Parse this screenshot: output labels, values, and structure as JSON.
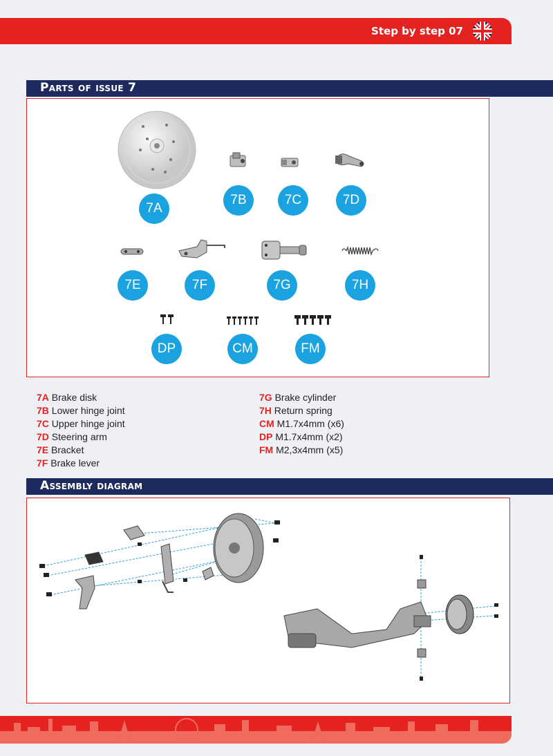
{
  "header": {
    "title": "Step by step 07",
    "flag_icon": "uk-flag-icon",
    "accent": "#e42320"
  },
  "sections": {
    "parts": "Parts of issue 7",
    "assembly": "Assembly diagram"
  },
  "badges": {
    "7A": "7A",
    "7B": "7B",
    "7C": "7C",
    "7D": "7D",
    "7E": "7E",
    "7F": "7F",
    "7G": "7G",
    "7H": "7H",
    "DP": "DP",
    "CM": "CM",
    "FM": "FM"
  },
  "parts_left": [
    {
      "code": "7A",
      "name": "Brake disk"
    },
    {
      "code": "7B",
      "name": "Lower hinge joint"
    },
    {
      "code": "7C",
      "name": "Upper hinge joint"
    },
    {
      "code": "7D",
      "name": "Steering arm"
    },
    {
      "code": "7E",
      "name": "Bracket"
    },
    {
      "code": "7F",
      "name": "Brake lever"
    }
  ],
  "parts_right": [
    {
      "code": "7G",
      "name": "Brake cylinder"
    },
    {
      "code": "7H",
      "name": "Return spring"
    },
    {
      "code": "CM",
      "name": "M1.7x4mm (x6)"
    },
    {
      "code": "DP",
      "name": "M1.7x4mm (x2)"
    },
    {
      "code": "FM",
      "name": "M2,3x4mm (x5)"
    }
  ],
  "colors": {
    "badge": "#1aa3e0",
    "navy": "#1e2a5e",
    "red": "#e42320"
  }
}
